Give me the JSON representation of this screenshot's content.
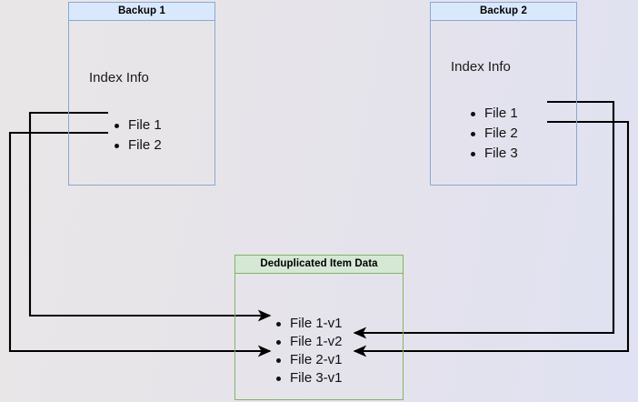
{
  "diagram": {
    "type": "deduplication-flow",
    "background_note": "light gray-to-lavender gradient canvas"
  },
  "nodes": {
    "backup1": {
      "title": "Backup 1",
      "caption": "Index Info",
      "files": [
        "File 1",
        "File 2"
      ]
    },
    "backup2": {
      "title": "Backup 2",
      "caption": "Index Info",
      "files": [
        "File 1",
        "File 2",
        "File 3"
      ]
    },
    "dedup": {
      "title": "Deduplicated Item Data",
      "items": [
        "File 1-v1",
        "File 1-v2",
        "File 2-v1",
        "File 3-v1"
      ]
    }
  },
  "connections": [
    {
      "id": "b1f1-to-f1v1",
      "from": "Backup 1 / File 1",
      "to": "Deduplicated Item Data / File 1-v1",
      "direction": "right"
    },
    {
      "id": "b1f2-to-f2v1",
      "from": "Backup 1 / File 2",
      "to": "Deduplicated Item Data / File 2-v1",
      "direction": "right"
    },
    {
      "id": "b2f1-to-f1v2",
      "from": "Backup 2 / File 1",
      "to": "Deduplicated Item Data / File 1-v2",
      "direction": "left"
    },
    {
      "id": "b2f2-to-f2v1",
      "from": "Backup 2 / File 2",
      "to": "Deduplicated Item Data / File 2-v1",
      "direction": "left"
    }
  ],
  "colors": {
    "backup_border": "#8aa8d4",
    "backup_header_fill": "#dae8fc",
    "dedup_border": "#82b366",
    "dedup_header_fill": "#d5e8d4",
    "connector": "#000000",
    "text": "#111111"
  }
}
